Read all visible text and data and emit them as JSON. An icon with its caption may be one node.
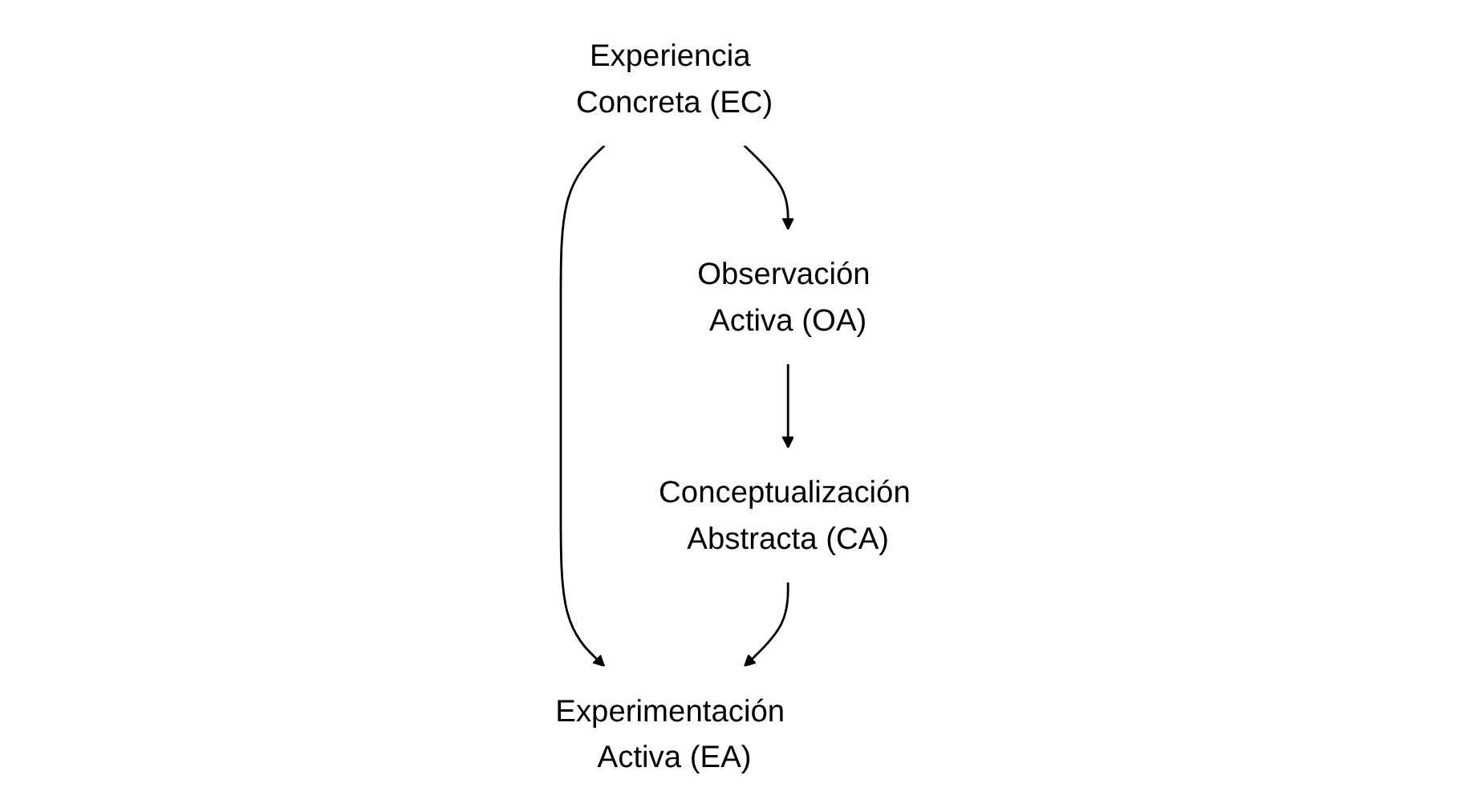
{
  "diagram": {
    "nodes": [
      {
        "text": [
          "Experiencia Concreta (EC)"
        ]
      },
      {
        "text": [
          "Experimentación Activa (EA)"
        ]
      },
      {
        "text": [
          "Observación Activa (OA)"
        ]
      },
      {
        "text": [
          "Conceptualización Abstracta (CA)"
        ]
      }
    ],
    "edges": [
      {
        "from": 0,
        "to": 1,
        "arrow": "to"
      },
      {
        "from": 0,
        "to": 2,
        "arrow": "to"
      },
      {
        "from": 2,
        "to": 3,
        "arrow": "to"
      },
      {
        "from": 3,
        "to": 1,
        "arrow": "to"
      }
    ]
  }
}
